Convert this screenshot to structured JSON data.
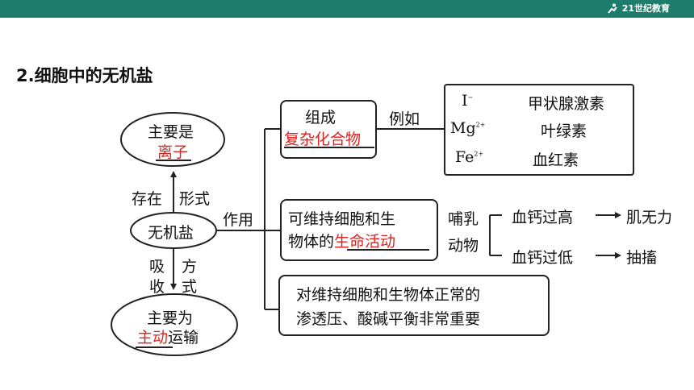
{
  "header": {
    "logo_text": "21世纪教育"
  },
  "slide": {
    "title": "2.细胞中的无机盐"
  },
  "center": {
    "label": "无机盐"
  },
  "top_ellipse": {
    "line1": "主要是",
    "line2": "离子"
  },
  "bottom_ellipse": {
    "line1": "主要为",
    "line2_red": "主动",
    "line2_rest": "运输"
  },
  "upper_arrow": {
    "left": "存在",
    "right": "形式"
  },
  "lower_arrow": {
    "left_top": "吸",
    "left_bottom": "收",
    "right_top": "方",
    "right_bottom": "式"
  },
  "role_label": "作用",
  "composition": {
    "line1": "组成",
    "line2": "复杂化合物",
    "example_label": "例如"
  },
  "examples": [
    {
      "ion": "I",
      "charge": "−",
      "compound": "甲状腺激素"
    },
    {
      "ion": "Mg",
      "charge": "2+",
      "compound": "叶绿素"
    },
    {
      "ion": "Fe",
      "charge": "2+",
      "compound": "血红素"
    }
  ],
  "life_activity": {
    "line1": "可维持细胞和生",
    "line2_prefix": "物体的",
    "line2_red": "生命活动"
  },
  "mammal": {
    "line1": "哺乳",
    "line2": "动物"
  },
  "calcium": [
    {
      "condition": "血钙过高",
      "effect": "肌无力"
    },
    {
      "condition": "血钙过低",
      "effect": "抽搐"
    }
  ],
  "osmotic": {
    "line1": "对维持细胞和生物体正常的",
    "line2": "渗透压、酸碱平衡非常重要"
  }
}
